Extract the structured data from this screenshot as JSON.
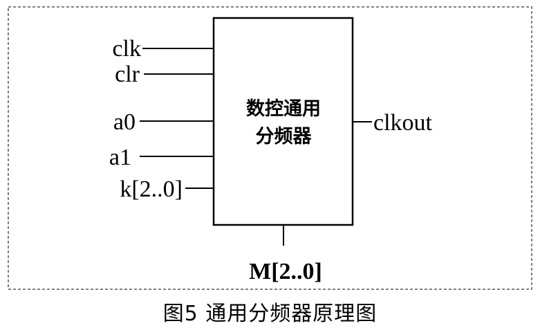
{
  "block": {
    "title_line1": "数控通用",
    "title_line2": "分频器"
  },
  "inputs": [
    "clk",
    "clr",
    "a0",
    "a1",
    "k[2..0]"
  ],
  "output": "clkout",
  "bottom_input": "M[2..0]",
  "caption": "图5  通用分频器原理图",
  "colors": {
    "line": "#000000",
    "border_dashed": "#555555",
    "background": "#ffffff"
  }
}
